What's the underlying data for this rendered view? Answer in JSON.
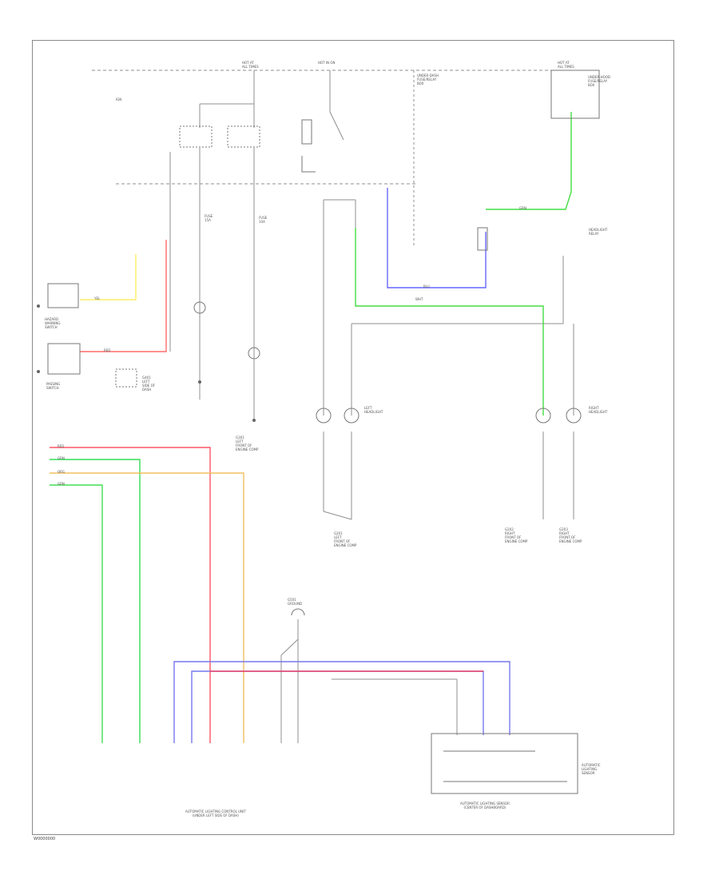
{
  "labels": {
    "ign_label": "IGN",
    "hazard_switch": "HAZARD\nWARNING\nSWITCH",
    "passing_switch": "PASSING\nSWITCH",
    "left_headlight": "LEFT\nHEADLIGHT",
    "right_headlight": "RIGHT\nHEADLIGHT",
    "headlight_relay": "HEADLIGHT\nRELAY",
    "auto_light_unit": "AUTOMATIC LIGHTING CONTROL UNIT\n(UNDER LEFT SIDE OF DASH)",
    "auto_light_sensor": "AUTOMATIC LIGHTING SENSOR\n(CENTER OF DASHBOARD)",
    "sensor_label": "AUTOMATIC\nLIGHTING\nSENSOR",
    "ground_left": "G401\nLEFT\nSIDE OF\nDASH",
    "ground_mid": "G301\nLEFT\nFRONT OF\nENGINE COMP",
    "ground_hl_left": "G201\nLEFT\nFRONT OF\nENGINE COMP",
    "ground_hl_right1": "G202\nRIGHT\nFRONT OF\nENGINE COMP",
    "ground_hl_right2": "G203\nRIGHT\nFRONT OF\nENGINE COMP",
    "ground_top": "G501\nGROUND",
    "fuse_box_right": "UNDER-HOOD\nFUSE/RELAY\nBOX",
    "fuse_left": "FUSE\n15A",
    "fuse_mid": "FUSE\n10A",
    "dash_fuse": "UNDER-DASH\nFUSE/RELAY\nBOX",
    "hot_top1": "HOT AT\nALL TIMES",
    "hot_top2": "HOT IN ON",
    "hot_top3": "HOT AT\nALL TIMES",
    "wire_wht": "WHT",
    "wire_grn": "GRN",
    "wire_blu": "BLU",
    "wire_red": "RED",
    "wire_yel": "YEL",
    "wire_org": "ORG",
    "stamp": "W0000000"
  }
}
